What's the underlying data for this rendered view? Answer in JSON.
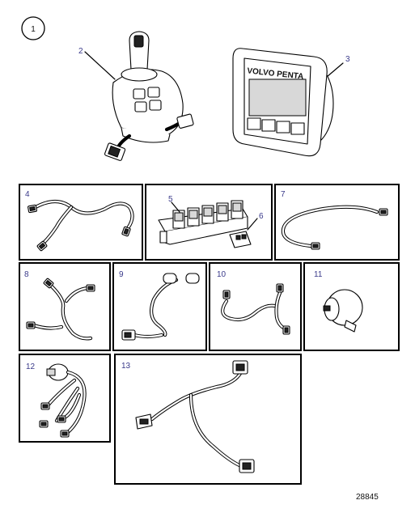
{
  "sheet_number": "1",
  "drawing_ref": "28845",
  "display_brand": "VOLVO PENTA",
  "part_numbers": [
    "2",
    "3",
    "4",
    "5",
    "6",
    "7",
    "8",
    "9",
    "10",
    "11",
    "12",
    "13"
  ],
  "colors": {
    "callout": "#3a3a8a",
    "line": "#000000"
  }
}
